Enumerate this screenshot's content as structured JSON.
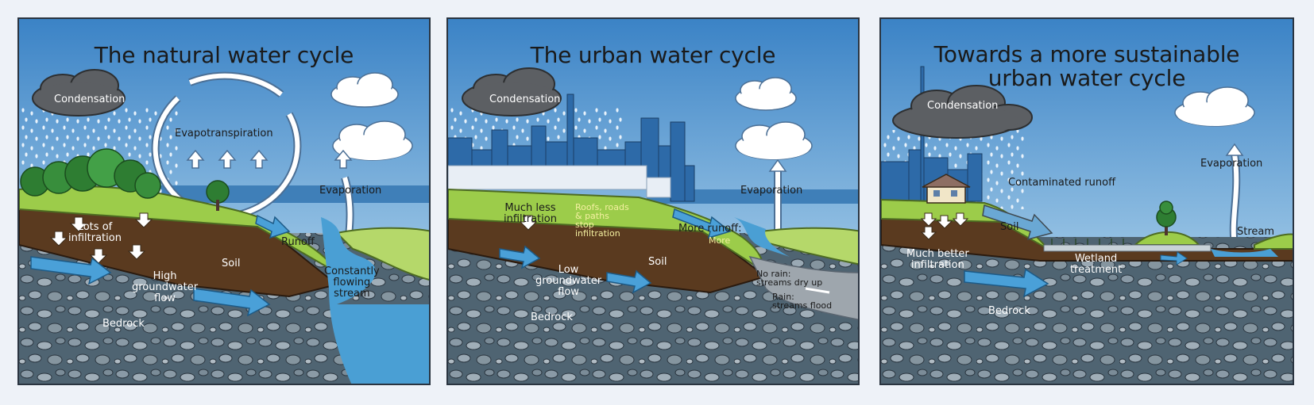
{
  "colors": {
    "sky_top": "#3e86c9",
    "sky_bottom": "#bfe0f2",
    "grass": "#9ccc4a",
    "soil": "#5a3a1f",
    "bedrock": "#4f6472",
    "water": "#4a9fd4",
    "city": "#2d6aa8",
    "cloud_dark": "#5c5f63"
  },
  "panels": [
    {
      "title": "The natural water cycle",
      "labels": {
        "condensation": "Condensation",
        "evapotranspiration": "Evapotranspiration",
        "evaporation": "Evaporation",
        "lots_of_infiltration": "Lots of\ninfiltration",
        "runoff": "Runoff",
        "soil": "Soil",
        "high_groundwater_flow": "High\ngroundwater\nflow",
        "constantly_flowing_stream": "Constantly\nflowing\nstream",
        "bedrock": "Bedrock"
      }
    },
    {
      "title": "The urban water cycle",
      "labels": {
        "condensation": "Condensation",
        "evaporation": "Evaporation",
        "much_less_infiltration": "Much less\ninfiltration",
        "roofs_roads": "Roofs, roads\n& paths\nstop\ninfiltration",
        "more_runoff": "More runoff:",
        "more": "More",
        "soil": "Soil",
        "low_groundwater_flow": "Low\ngroundwater\nflow",
        "no_rain": "No rain:\nstreams dry up",
        "rain": "Rain:\nstreams flood",
        "bedrock": "Bedrock"
      }
    },
    {
      "title": "Towards a more sustainable\nurban water cycle",
      "labels": {
        "condensation": "Condensation",
        "evaporation": "Evaporation",
        "contaminated_runoff": "Contaminated runoff",
        "soil": "Soil",
        "stream": "Stream",
        "much_better_infiltration": "Much better\ninfiltration",
        "wetland_treatment": "Wetland\ntreatment",
        "bedrock": "Bedrock"
      }
    }
  ]
}
